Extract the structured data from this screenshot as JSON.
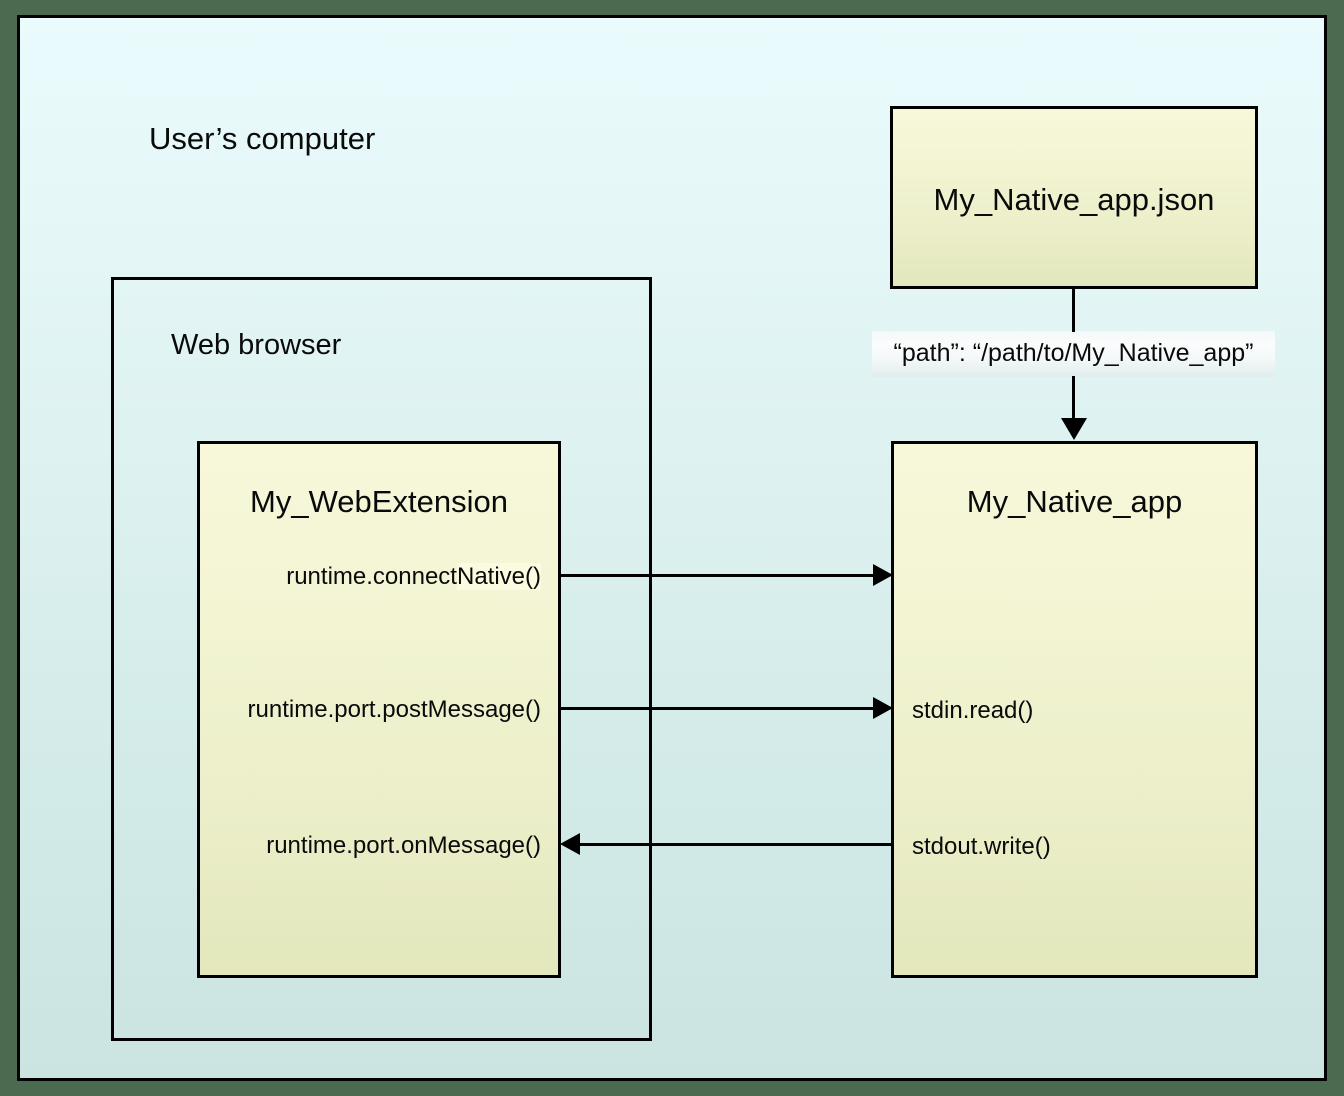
{
  "diagram": {
    "title_label": "User’s computer",
    "browser_label": "Web browser",
    "boxes": {
      "json_manifest": "My_Native_app.json",
      "web_extension": "My_WebExtension",
      "native_app": "My_Native_app"
    },
    "path_annotation": "“path”: “/path/to/My_Native_app”",
    "extension_calls": [
      {
        "prefix": "runtime.connect",
        "highlight": "Native()"
      },
      {
        "text": "runtime.port.postMessage()"
      },
      {
        "text": "runtime.port.onMessage()"
      }
    ],
    "native_calls": [
      {
        "text": "stdin.read()"
      },
      {
        "text": "stdout.write()"
      }
    ],
    "colors": {
      "outer_background": "#4a6b4f",
      "panel_top": "#eafbfd",
      "panel_bottom": "#cbe3e1",
      "box_fill_top": "#f7f8da",
      "box_fill_bottom": "#e3e7bb",
      "highlight": "#fdfbdf",
      "stroke": "#000000"
    }
  }
}
